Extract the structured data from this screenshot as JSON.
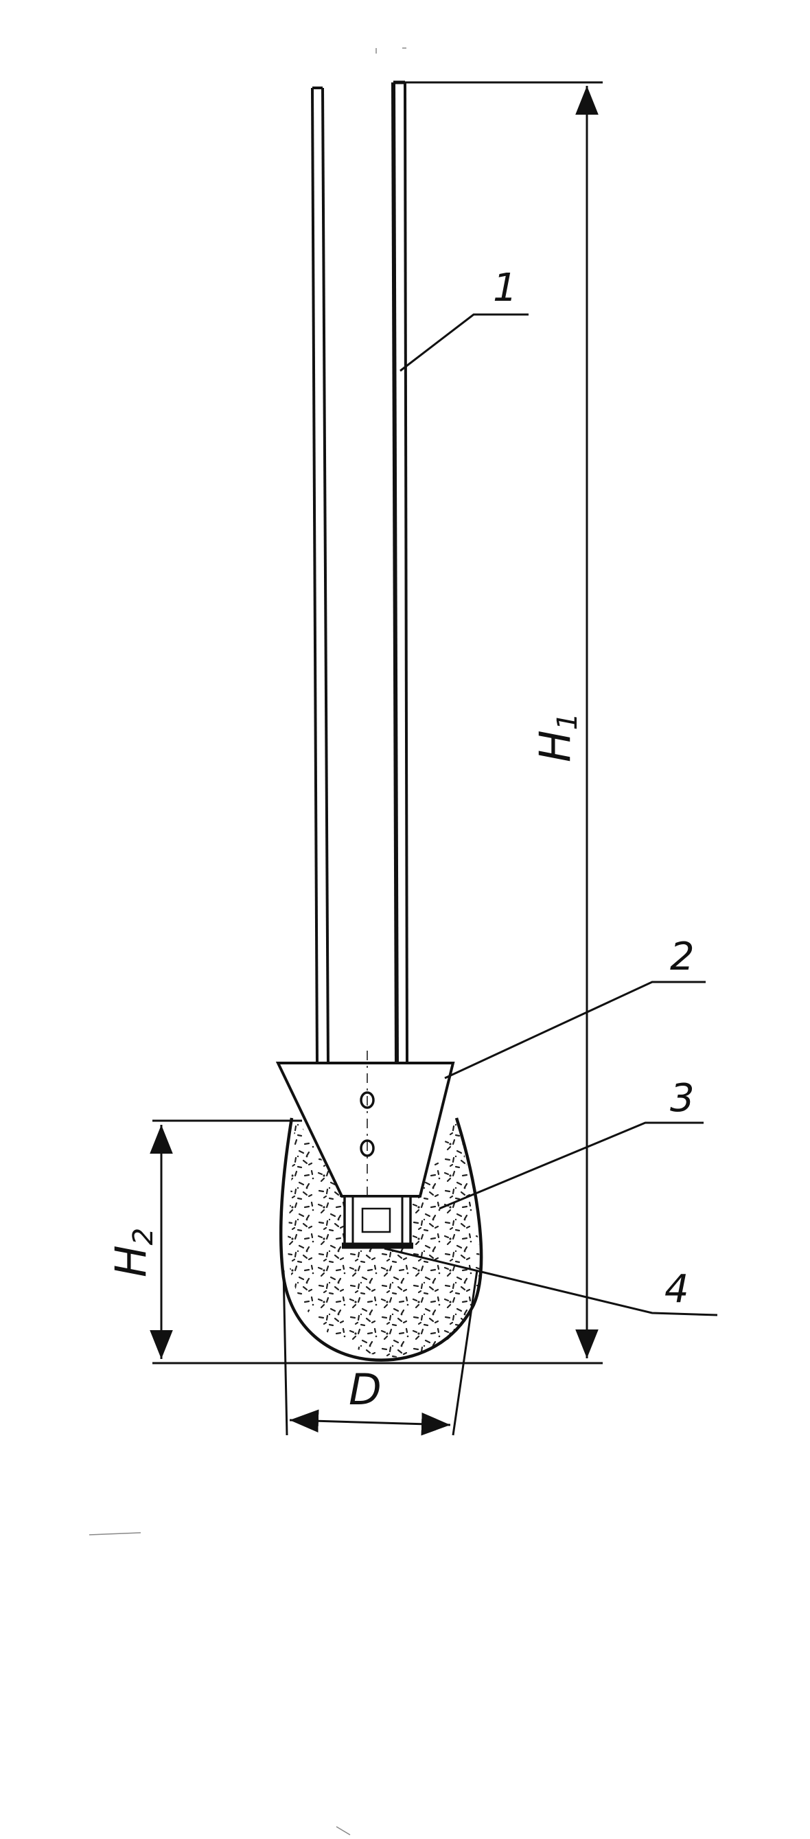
{
  "callouts": [
    {
      "id": "1",
      "text": "1"
    },
    {
      "id": "2",
      "text": "2"
    },
    {
      "id": "3",
      "text": "3"
    },
    {
      "id": "4",
      "text": "4"
    }
  ],
  "dimensions": {
    "h1": {
      "main": "H",
      "sub": "1"
    },
    "h2": {
      "main": "H",
      "sub": "2"
    },
    "d": {
      "main": "D"
    }
  },
  "colors": {
    "line": "#111111",
    "fill_speckle": "#222222",
    "background": "#ffffff"
  }
}
